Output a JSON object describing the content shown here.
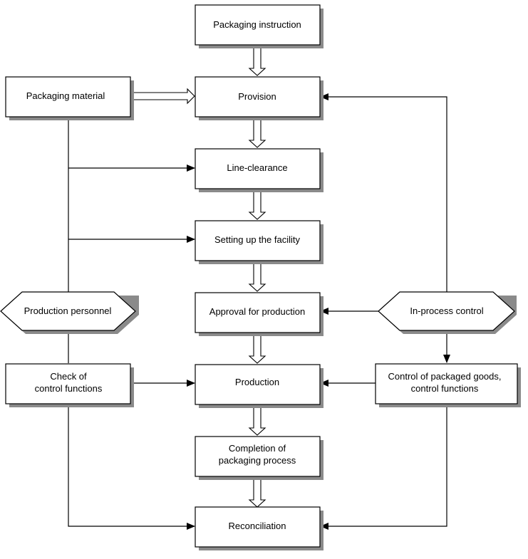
{
  "nodes": {
    "packaging_instruction": "Packaging instruction",
    "provision": "Provision",
    "packaging_material": "Packaging material",
    "line_clearance": "Line-clearance",
    "setting_up": "Setting up the facility",
    "approval": "Approval for production",
    "production_personnel": "Production personnel",
    "in_process_control": "In-process control",
    "check_line1": "Check of",
    "check_line2": "control functions",
    "production": "Production",
    "control_line1": "Control of packaged goods,",
    "control_line2": "control functions",
    "completion_line1": "Completion of",
    "completion_line2": "packaging process",
    "reconciliation": "Reconciliation"
  }
}
